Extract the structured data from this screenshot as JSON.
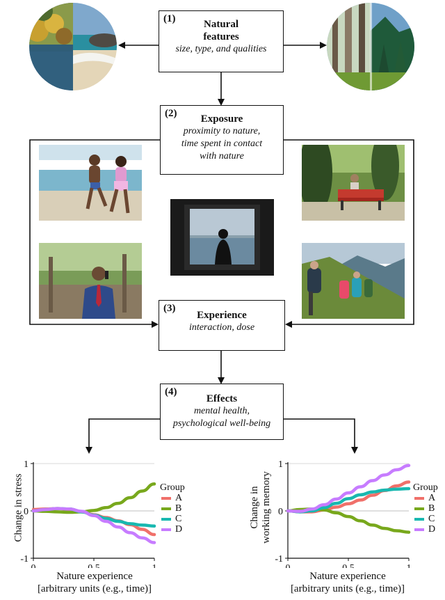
{
  "step1": {
    "num": "(1)",
    "title_line1": "Natural",
    "title_line2": "features",
    "desc": "size, type, and qualities"
  },
  "step2": {
    "num": "(2)",
    "title": "Exposure",
    "desc_line1": "proximity to nature,",
    "desc_line2": "time spent in contact",
    "desc_line3": "with nature"
  },
  "step3": {
    "num": "(3)",
    "title": "Experience",
    "desc": "interaction, dose"
  },
  "step4": {
    "num": "(4)",
    "title": "Effects",
    "desc_line1": "mental health,",
    "desc_line2": "psychological well-being"
  },
  "colors": {
    "A": "#f0706a",
    "B": "#78a81c",
    "C": "#18b8b0",
    "D": "#c77cff",
    "grid": "#d9d9d9",
    "zero": "#bfbfbf"
  },
  "chart_data": [
    {
      "type": "line",
      "ylabel": "Change in  stress",
      "xlabel_line1": "Nature experience",
      "xlabel_line2": "[arbitrary units (e.g., time)]",
      "xlim": [
        0,
        1
      ],
      "ylim": [
        -1,
        1
      ],
      "xticks": [
        "0",
        "0.5",
        "1"
      ],
      "yticks": [
        "1",
        "0",
        "-1"
      ],
      "legend_title": "Group",
      "categories": [
        0,
        0.1,
        0.2,
        0.3,
        0.4,
        0.5,
        0.6,
        0.7,
        0.8,
        0.9,
        1.0
      ],
      "series": [
        {
          "name": "A",
          "values": [
            0.03,
            0.04,
            0.05,
            0.03,
            -0.02,
            -0.08,
            -0.14,
            -0.21,
            -0.29,
            -0.39,
            -0.5
          ]
        },
        {
          "name": "B",
          "values": [
            0.0,
            -0.01,
            -0.02,
            -0.03,
            -0.02,
            0.01,
            0.07,
            0.16,
            0.28,
            0.42,
            0.57
          ]
        },
        {
          "name": "C",
          "values": [
            0.0,
            0.03,
            0.05,
            0.04,
            -0.02,
            -0.09,
            -0.16,
            -0.22,
            -0.27,
            -0.3,
            -0.32
          ]
        },
        {
          "name": "D",
          "values": [
            0.0,
            0.03,
            0.05,
            0.04,
            -0.01,
            -0.1,
            -0.22,
            -0.34,
            -0.46,
            -0.57,
            -0.67
          ]
        }
      ]
    },
    {
      "type": "line",
      "ylabel_line1": "Change in",
      "ylabel_line2": "working memory",
      "xlabel_line1": "Nature experience",
      "xlabel_line2": "[arbitrary units (e.g., time)]",
      "xlim": [
        0,
        1
      ],
      "ylim": [
        -1,
        1
      ],
      "xticks": [
        "0",
        "0.5",
        "1"
      ],
      "yticks": [
        "1",
        "0",
        "-1"
      ],
      "legend_title": "Group",
      "categories": [
        0,
        0.1,
        0.2,
        0.3,
        0.4,
        0.5,
        0.6,
        0.7,
        0.8,
        0.9,
        1.0
      ],
      "series": [
        {
          "name": "A",
          "values": [
            0.0,
            -0.02,
            -0.02,
            0.02,
            0.08,
            0.15,
            0.23,
            0.33,
            0.43,
            0.53,
            0.61
          ]
        },
        {
          "name": "B",
          "values": [
            0.0,
            0.03,
            0.04,
            0.02,
            -0.04,
            -0.12,
            -0.21,
            -0.3,
            -0.37,
            -0.42,
            -0.45
          ]
        },
        {
          "name": "C",
          "values": [
            0.0,
            -0.02,
            0.0,
            0.07,
            0.16,
            0.26,
            0.34,
            0.4,
            0.44,
            0.46,
            0.47
          ]
        },
        {
          "name": "D",
          "values": [
            0.0,
            -0.01,
            0.04,
            0.13,
            0.25,
            0.38,
            0.51,
            0.64,
            0.76,
            0.87,
            0.96
          ]
        }
      ]
    }
  ]
}
